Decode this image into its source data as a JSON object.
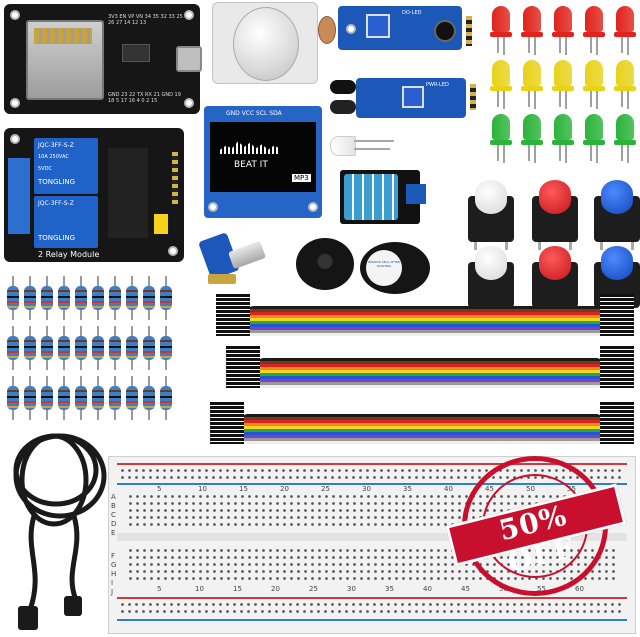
{
  "esp_board": {
    "pin_labels_top": "3V3 EN VP VN 34 35 32 33 25 26 27 14 12 13",
    "pin_labels_bottom": "GND 23 22 TX RX 21 GND 19 18 5 17 16 4 0 2 15"
  },
  "relay_module": {
    "title": "2 Relay Module",
    "relay_brand": "TONGLING",
    "relay_model": "JQC-3FF-S-Z",
    "relay_spec": "10A 250VAC",
    "relay_voltage": "5VDC"
  },
  "oled": {
    "line1": "BEAT IT",
    "tag": "MP3",
    "pins": "GND VCC SCL SDA"
  },
  "sound_sensor": {
    "label": "DO-LED"
  },
  "ir_sensor": {
    "label": "PWR-LED"
  },
  "buzzer": {
    "label": "REMOVE SEAL AFTER WASHING"
  },
  "sale_badge": {
    "text": "50% OFF",
    "color": "#c8102e"
  },
  "breadboard": {
    "numbers_top": [
      "5",
      "10",
      "15",
      "20",
      "25",
      "30",
      "35",
      "40",
      "45",
      "50",
      "55"
    ],
    "numbers_bottom": [
      "5",
      "10",
      "15",
      "20",
      "25",
      "30",
      "35",
      "40",
      "45",
      "50",
      "55",
      "60"
    ],
    "row_letters_left": [
      "A",
      "B",
      "C",
      "D",
      "E",
      "F",
      "G",
      "H",
      "I",
      "J"
    ]
  },
  "colors": {
    "led_red": "#e0231c",
    "led_yellow": "#e8d21a",
    "led_green": "#2bb33a",
    "pcb_blue": "#1b58b8"
  },
  "icons": [
    "potentiometer-icon",
    "dht11-sensor-icon",
    "pir-sensor-icon",
    "usb-cable-icon"
  ]
}
